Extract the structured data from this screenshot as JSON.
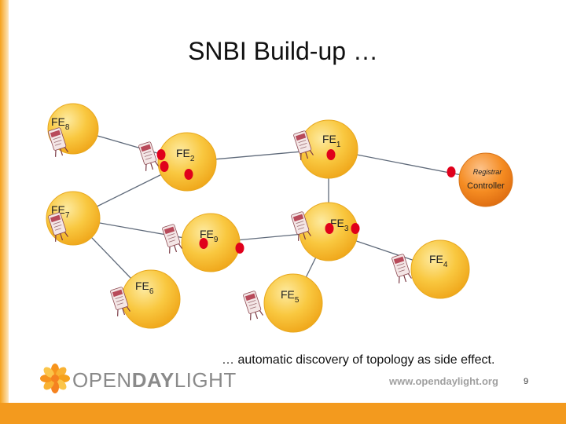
{
  "title": "SNBI Build-up …",
  "caption": "… automatic discovery of topology as side effect.",
  "footer": {
    "logo_open": "OPEN",
    "logo_day": "DAY",
    "logo_light": "LIGHT",
    "website": "www.opendaylight.org",
    "page_number": "9"
  },
  "controller": {
    "line1": "Registrar",
    "line2": "Controller"
  },
  "nodes": [
    {
      "id": "fe8",
      "prefix": "FE",
      "sub": "8"
    },
    {
      "id": "fe1",
      "prefix": "FE",
      "sub": "1"
    },
    {
      "id": "fe2",
      "prefix": "FE",
      "sub": "2"
    },
    {
      "id": "fe7",
      "prefix": "FE",
      "sub": "7"
    },
    {
      "id": "fe3",
      "prefix": "FE",
      "sub": "3"
    },
    {
      "id": "fe9",
      "prefix": "FE",
      "sub": "9"
    },
    {
      "id": "fe4",
      "prefix": "FE",
      "sub": "4"
    },
    {
      "id": "fe6",
      "prefix": "FE",
      "sub": "6"
    },
    {
      "id": "fe5",
      "prefix": "FE",
      "sub": "5"
    }
  ],
  "links": [
    [
      "fe8",
      "fe2"
    ],
    [
      "fe2",
      "fe1"
    ],
    [
      "fe1",
      "controller"
    ],
    [
      "fe2",
      "fe7"
    ],
    [
      "fe1",
      "fe3"
    ],
    [
      "fe7",
      "fe9"
    ],
    [
      "fe9",
      "fe3"
    ],
    [
      "fe3",
      "fe5"
    ],
    [
      "fe3",
      "fe4"
    ],
    [
      "fe7",
      "fe6"
    ]
  ],
  "colors": {
    "node_fill": "#f9c43a",
    "controller_fill": "#f38a1b",
    "port": "#e0001b",
    "link": "#5f6a7a",
    "accent": "#f39a1e"
  }
}
